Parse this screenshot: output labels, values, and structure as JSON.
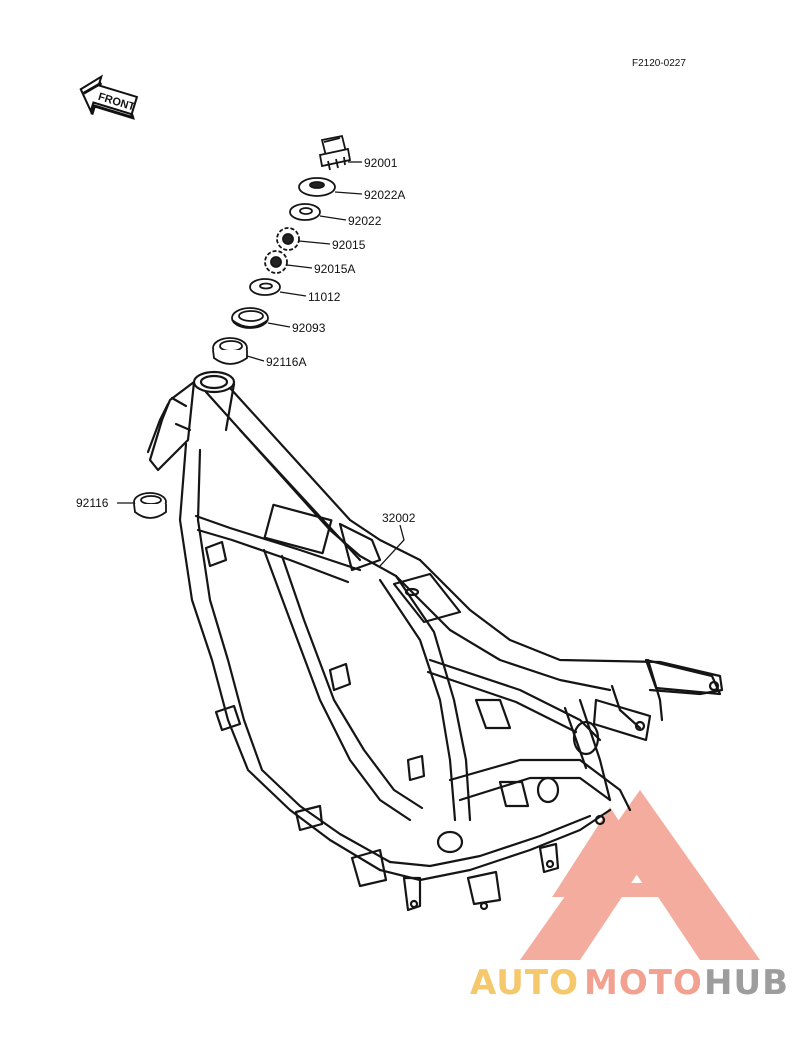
{
  "diagram": {
    "reference_code": "F2120-0227",
    "front_label": "FRONT",
    "parts": [
      {
        "number": "92001",
        "name": "bolt"
      },
      {
        "number": "92022A",
        "name": "washer"
      },
      {
        "number": "92022",
        "name": "washer"
      },
      {
        "number": "92015",
        "name": "nut"
      },
      {
        "number": "92015A",
        "name": "nut"
      },
      {
        "number": "11012",
        "name": "washer"
      },
      {
        "number": "92093",
        "name": "seal"
      },
      {
        "number": "92116A",
        "name": "bearing"
      },
      {
        "number": "92116",
        "name": "bearing"
      },
      {
        "number": "32002",
        "name": "frame"
      }
    ]
  },
  "watermark": {
    "word_part1": "AUTO",
    "word_part2": "MOTO",
    "word_part3": "HUB",
    "colors": {
      "primary": "#f2a08f",
      "secondary": "#f4c86b",
      "dark": "#9d9d9d"
    }
  }
}
